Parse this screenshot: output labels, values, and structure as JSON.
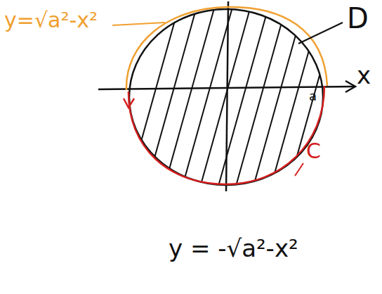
{
  "diagram": {
    "labels": [
      "y=√a²-x²",
      "D",
      "a",
      "x",
      "C",
      "y = -√a²-x²"
    ]
  }
}
